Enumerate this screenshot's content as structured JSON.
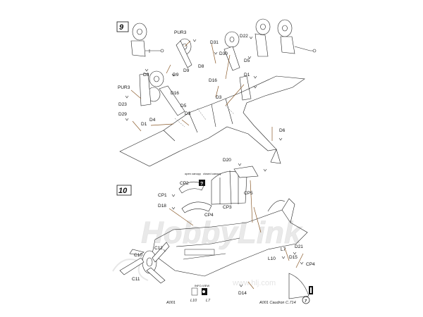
{
  "steps": {
    "step9": {
      "number": "9",
      "labels": [
        "PUR3",
        "D22",
        "D31",
        "D30",
        "D9",
        "D8",
        "D5",
        "D16",
        "D8",
        "D9",
        "D1",
        "PUR3",
        "D16",
        "D23",
        "D5",
        "D3",
        "D29",
        "D1",
        "D4",
        "D3",
        "D6"
      ]
    },
    "step10": {
      "number": "10",
      "canopy_open_label": "open canopy",
      "canopy_closed_label": "closed canopy",
      "labels": [
        "D20",
        "CP2",
        "CP5",
        "CP1",
        "D18",
        "CP4",
        "CP3",
        "C12",
        "C10",
        "C11",
        "L7",
        "D21",
        "D15",
        "L10",
        "CP4",
        "D14"
      ],
      "detail_note": "INFO-VIEW",
      "detail_labels": [
        "L10",
        "L7"
      ]
    }
  },
  "footer": {
    "left_code": "A001",
    "right_text": "A001  Caudron C.714",
    "page_number": "7"
  },
  "watermark": {
    "brand": "HobbyLink",
    "site": "www.hlj.com"
  },
  "colors": {
    "line": "#222222",
    "leader": "#8a5a2a",
    "watermark": "#d8d8d8"
  }
}
